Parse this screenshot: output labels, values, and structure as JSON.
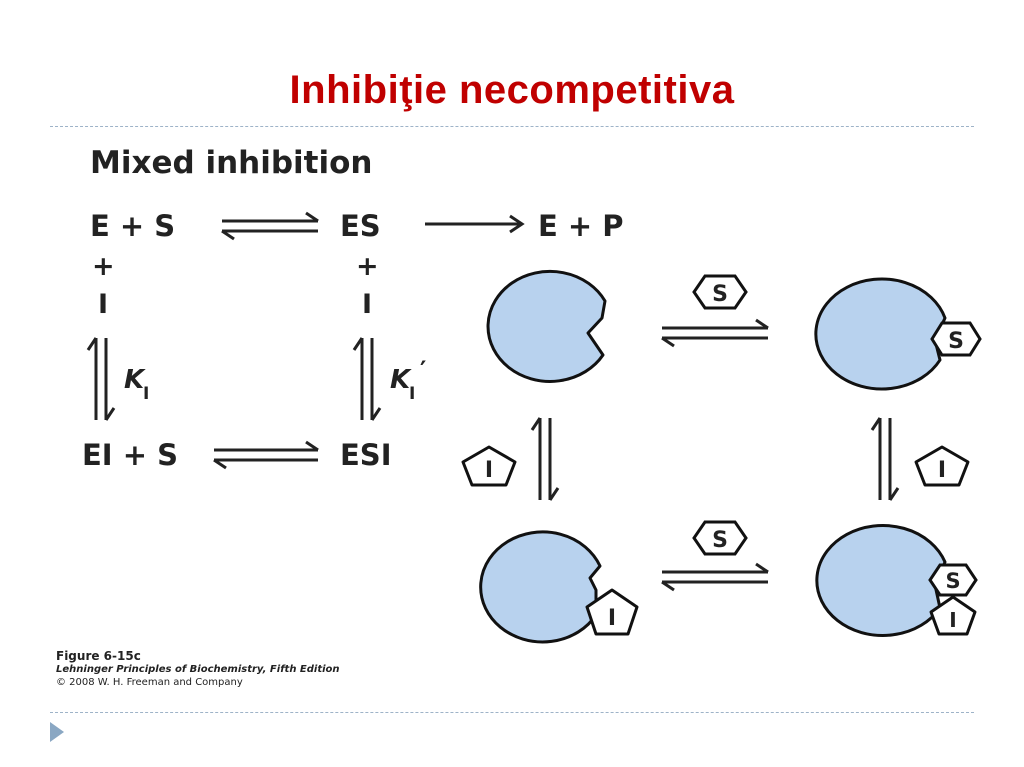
{
  "slide": {
    "title": "Inhibiţie necompetitiva"
  },
  "scheme": {
    "heading": "Mixed inhibition",
    "e_plus_s": "E + S",
    "es": "ES",
    "e_plus_p": "E + P",
    "plus_left": "+",
    "plus_right": "+",
    "i_left": "I",
    "i_right": "I",
    "k1_symbol": "K",
    "k1_subscript": "I",
    "k1p_symbol": "K",
    "k1p_subscript": "I",
    "k1p_prime": "′",
    "ei_plus_s": "EI + S",
    "esi": "ESI"
  },
  "cartoon": {
    "substrate_letter": "S",
    "inhibitor_letter": "I",
    "enzyme_color": "#b8d2ee",
    "outline_color": "#111111"
  },
  "caption": {
    "figure": "Figure 6-15c",
    "book": "Lehninger Principles of Biochemistry, Fifth Edition",
    "copyright": "© 2008 W. H. Freeman and Company"
  },
  "colors": {
    "title": "#c00000",
    "divider": "#9eb3c8",
    "nav_arrow": "#8aa7c3"
  }
}
